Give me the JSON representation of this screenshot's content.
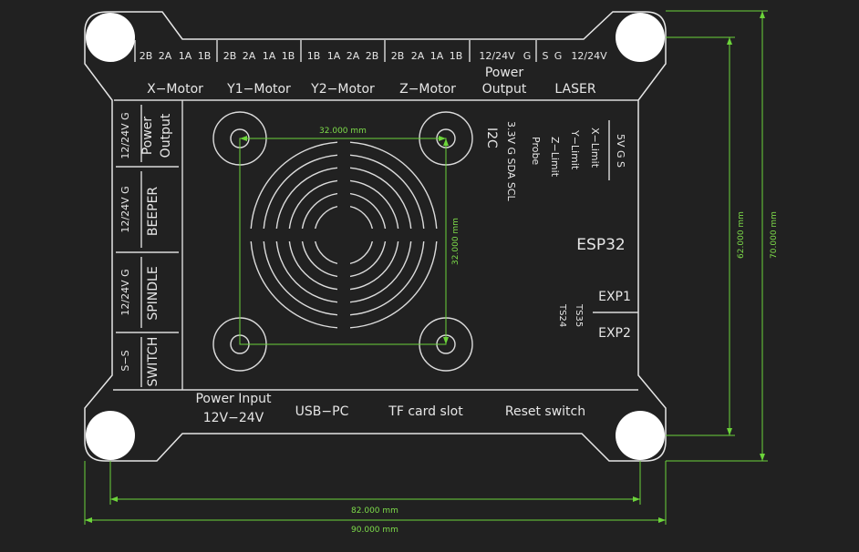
{
  "colors": {
    "background": "#212121",
    "board_outline": "#e6e6e6",
    "silkscreen": "#e6e6e6",
    "dimension": "#6cd43a",
    "mounting_hole": "#ffffff"
  },
  "top_connectors": [
    {
      "pins": [
        "2B",
        "2A",
        "1A",
        "1B"
      ],
      "label": "X−Motor"
    },
    {
      "pins": [
        "2B",
        "2A",
        "1A",
        "1B"
      ],
      "label": "Y1−Motor"
    },
    {
      "pins": [
        "1B",
        "1A",
        "2A",
        "2B"
      ],
      "label": "Y2−Motor"
    },
    {
      "pins": [
        "2B",
        "2A",
        "1A",
        "1B"
      ],
      "label": "Z−Motor"
    },
    {
      "pins": [
        "12/24V",
        "G"
      ],
      "label_line1": "Power",
      "label_line2": "Output"
    },
    {
      "pins": [
        "S",
        "G",
        "12/24V"
      ],
      "label": "LASER"
    }
  ],
  "left_connectors": [
    {
      "pins": "12/24V G",
      "label_line1": "Power",
      "label_line2": "Output"
    },
    {
      "pins": "12/24V G",
      "label": "BEEPER"
    },
    {
      "pins": "12/24V G",
      "label": "SPINDLE"
    },
    {
      "pins": "S−S",
      "label": "SWITCH"
    }
  ],
  "bottom_labels": {
    "power_input_line1": "Power Input",
    "power_input_line2": "12V−24V",
    "usb": "USB−PC",
    "tf_card": "TF card slot",
    "reset": "Reset switch"
  },
  "i2c": {
    "pins": "3.3V G SDA SCL",
    "label": "I2C"
  },
  "limit_header": {
    "pins": "5V G S",
    "rows": [
      "X−Limit",
      "Y−Limit",
      "Z−Limit",
      "Probe"
    ]
  },
  "esp32_label": "ESP32",
  "exp": {
    "exp1": "EXP1",
    "exp2": "EXP2",
    "ts35": "TS35",
    "ts24": "TS24"
  },
  "dimensions": {
    "fan_hole_horizontal": "32.000 mm",
    "fan_hole_vertical": "32.000 mm",
    "mount_hole_vertical": "62.000 mm",
    "board_height": "70.000 mm",
    "mount_hole_horizontal": "82.000 mm",
    "board_width": "90.000 mm"
  }
}
